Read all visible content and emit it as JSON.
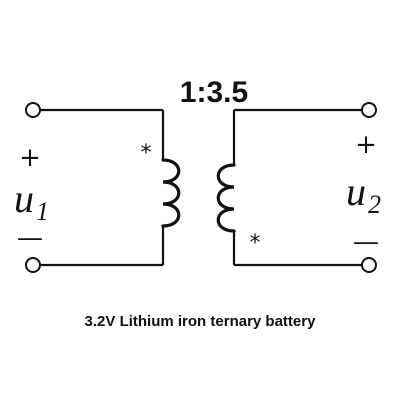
{
  "diagram": {
    "turns_ratio": "1:3.5",
    "caption": "3.2V Lithium iron ternary battery",
    "primary": {
      "plus": "+",
      "minus": "—",
      "variable": "u",
      "subscript": "1",
      "polarity_dot": "*"
    },
    "secondary": {
      "plus": "+",
      "minus": "—",
      "variable": "u",
      "subscript": "2",
      "polarity_dot": "*"
    }
  }
}
